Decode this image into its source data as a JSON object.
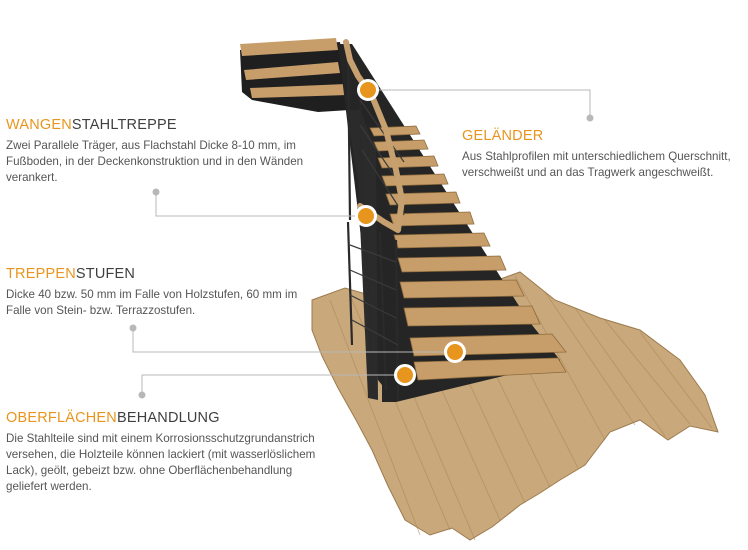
{
  "colors": {
    "accent": "#e8951d",
    "steel": "#2b2b2b",
    "wood": "#c79e6a",
    "connector": "#b8b8b8"
  },
  "callouts": {
    "wangen": {
      "title_accent": "WANGEN",
      "title_rest": "STAHLTREPPE",
      "text": "Zwei Parallele Träger, aus Flachstahl Dicke 8-10 mm, im Fußboden, in der Deckenkonstruktion und in den Wänden verankert."
    },
    "stufen": {
      "title_accent": "TREPPEN",
      "title_rest": "STUFEN",
      "text": "Dicke 40 bzw. 50 mm im Falle von Holzstufen, 60 mm im Falle von Stein- bzw. Terrazzostufen."
    },
    "ober": {
      "title_accent": "OBERFLÄCHEN",
      "title_rest": "BEHANDLUNG",
      "text": "Die Stahlteile sind mit einem Korrosionsschutzgrundanstrich versehen, die Holzteile können lackiert (mit wasserlöslichem Lack), geölt, gebeizt bzw. ohne Oberflächenbehandlung geliefert werden."
    },
    "gelaender": {
      "title_accent": "GELÄNDER",
      "text": "Aus Stahlprofilen mit unterschiedlichem Querschnitt, verschweißt und an das Tragwerk angeschweißt."
    }
  }
}
